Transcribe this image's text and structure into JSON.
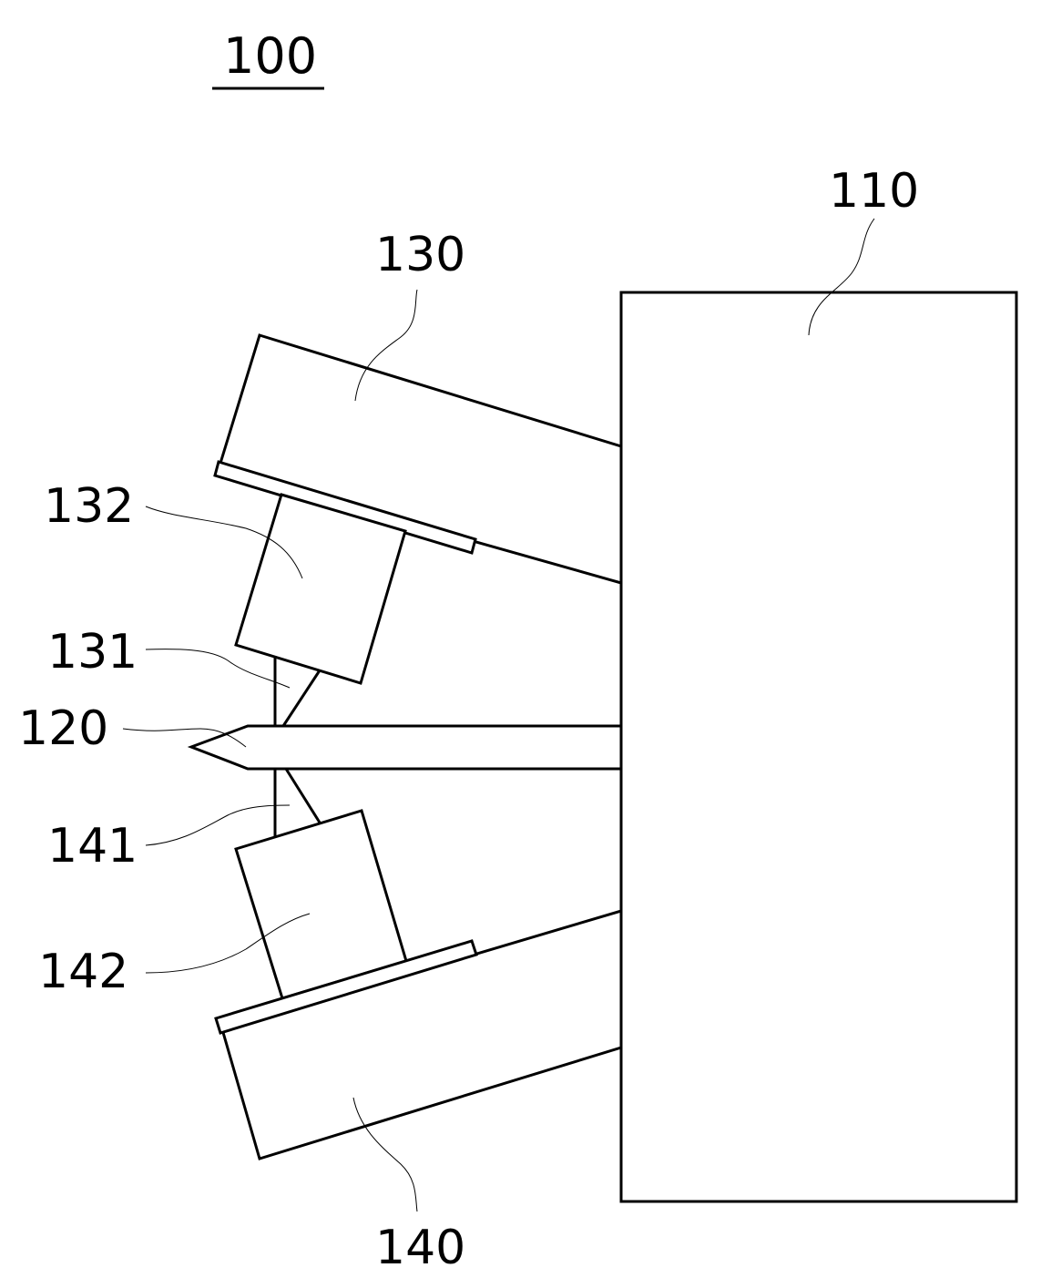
{
  "figure": {
    "number": "100",
    "labels": {
      "body": "110",
      "probe": "120",
      "upper_arm": "130",
      "upper_tip": "131",
      "upper_block": "132",
      "lower_arm": "140",
      "lower_tip": "141",
      "lower_block": "142"
    }
  }
}
